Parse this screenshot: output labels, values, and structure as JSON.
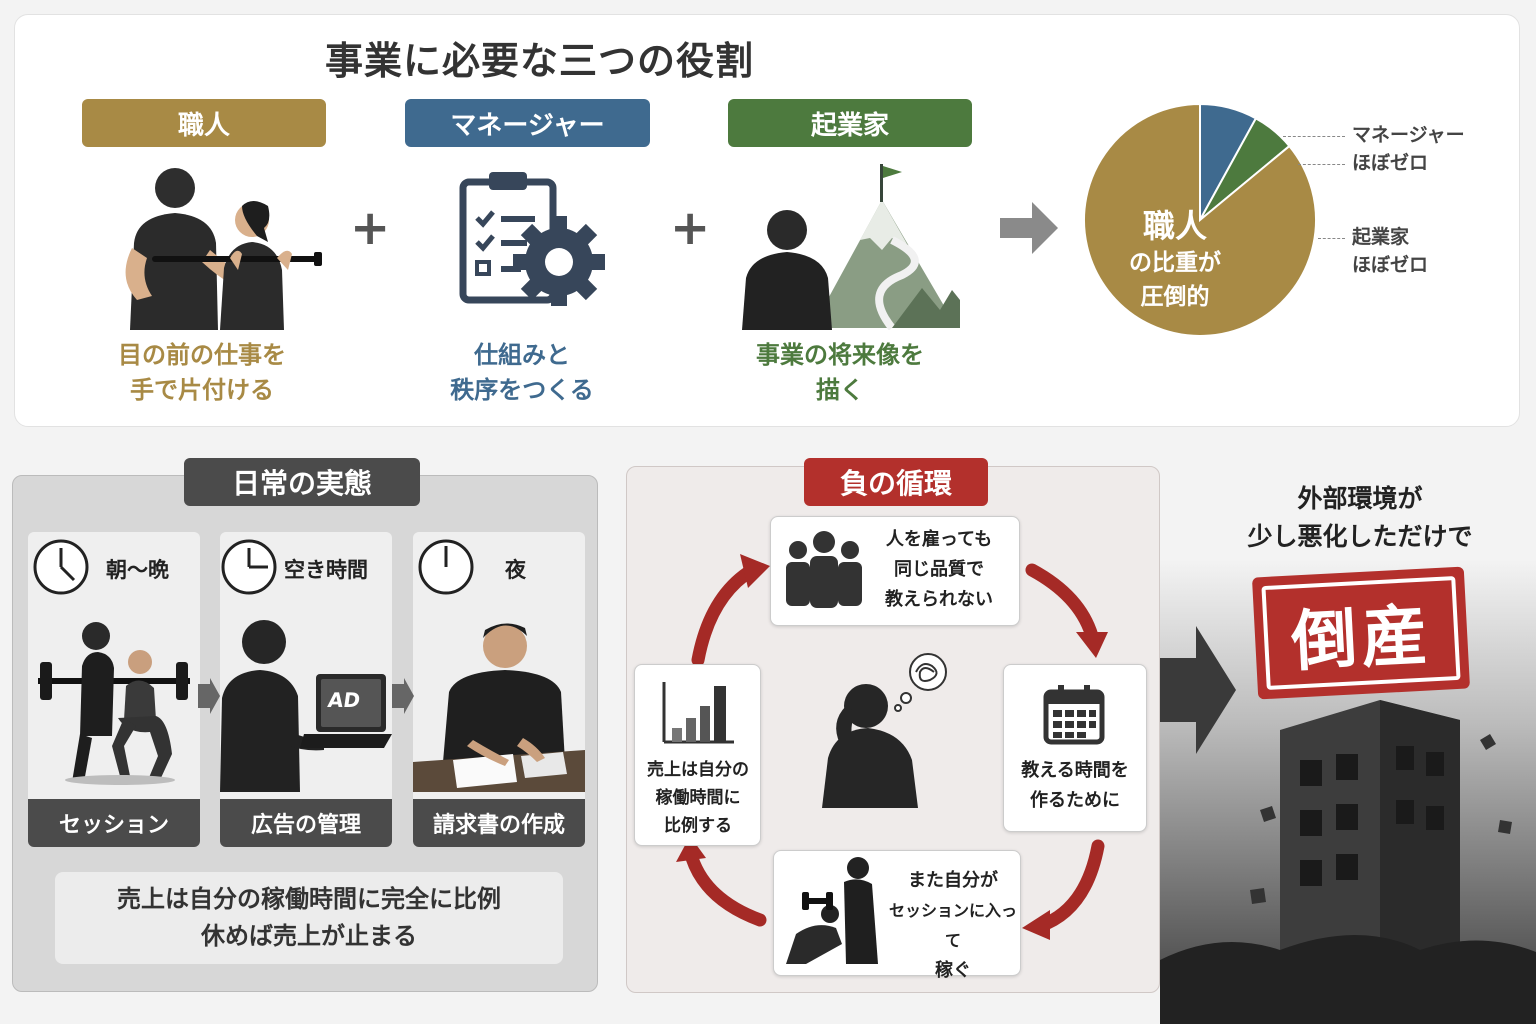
{
  "title": "事業に必要な三つの役割",
  "roles": [
    {
      "tag": "職人",
      "caption_1": "目の前の仕事を",
      "caption_2": "手で片付ける",
      "color": "#a88a45"
    },
    {
      "tag": "マネージャー",
      "caption_1": "仕組みと",
      "caption_2": "秩序をつくる",
      "color": "#3f6a8f"
    },
    {
      "tag": "起業家",
      "caption_1": "事業の将来像を",
      "caption_2": "描く",
      "color": "#4d7a3e"
    }
  ],
  "plus_sign": "+",
  "pie": {
    "center_1": "職人",
    "center_2": "の比重が",
    "center_3": "圧倒的",
    "legend": [
      {
        "line_1": "マネージャー",
        "line_2": "ほぼゼロ"
      },
      {
        "line_1": "起業家",
        "line_2": "ほぼゼロ"
      }
    ],
    "slices": [
      {
        "role": "職人",
        "share": 0.86,
        "color": "#a88a45"
      },
      {
        "role": "マネージャー",
        "share": 0.08,
        "color": "#3f6a8f"
      },
      {
        "role": "起業家",
        "share": 0.06,
        "color": "#4d7a3e"
      }
    ]
  },
  "daily": {
    "tag": "日常の実態",
    "cards": [
      {
        "time": "朝〜晩",
        "task": "セッション"
      },
      {
        "time": "空き時間",
        "task": "広告の管理"
      },
      {
        "time": "夜",
        "task": "請求書の作成"
      }
    ],
    "laptop_text": "AD",
    "summary_1": "売上は自分の稼働時間に完全に比例",
    "summary_2": "休めば売上が止まる"
  },
  "cycle": {
    "tag": "負の循環",
    "top": [
      "人を雇っても",
      "同じ品質で",
      "教えられない"
    ],
    "right": [
      "教える時間を",
      "作るために"
    ],
    "bottom": [
      "また自分が",
      "セッションに入って",
      "稼ぐ"
    ],
    "left": [
      "売上は自分の",
      "稼働時間に",
      "比例する"
    ]
  },
  "outcome": {
    "line_1": "外部環境が",
    "line_2": "少し悪化しただけで",
    "stamp": "倒産"
  },
  "colors": {
    "craftsman": "#a88a45",
    "manager": "#3f6a8f",
    "entrepreneur": "#4d7a3e",
    "danger": "#b3302c",
    "dark": "#4b4b4b"
  }
}
